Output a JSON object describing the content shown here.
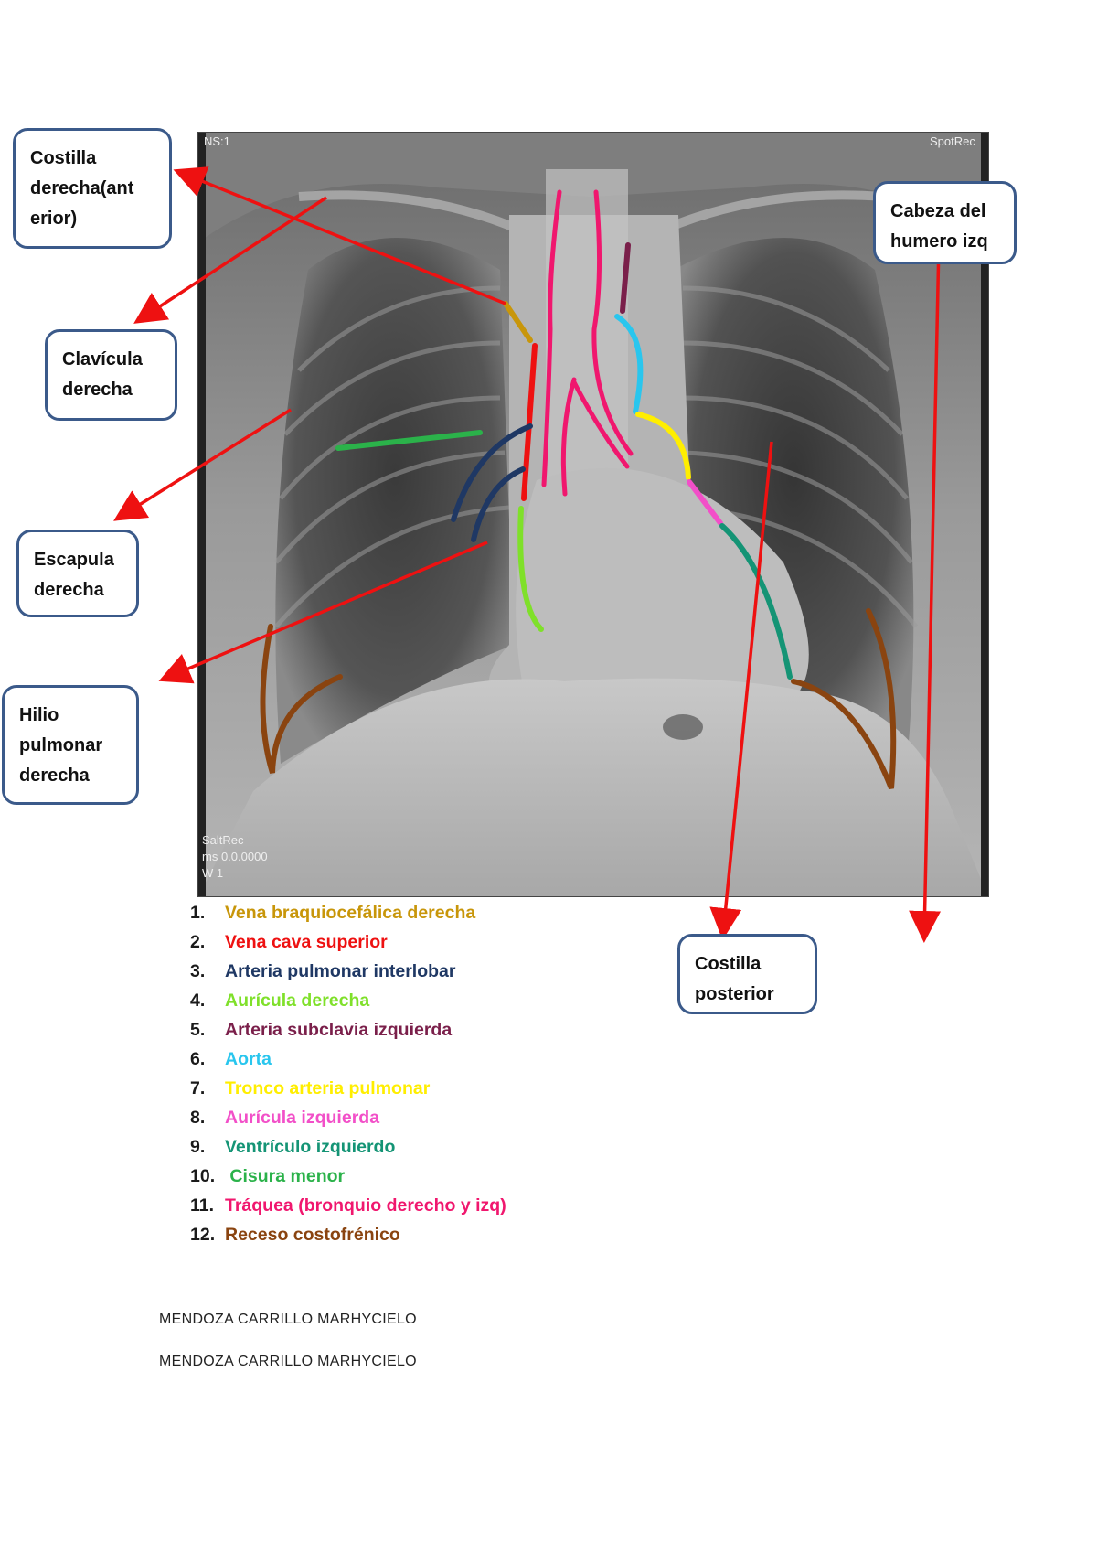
{
  "callouts": [
    {
      "id": "costilla-anterior",
      "text": "Costilla derecha(ant erior)"
    },
    {
      "id": "clavicula",
      "text": "Clavícula derecha"
    },
    {
      "id": "escapula",
      "text": "Escapula derecha"
    },
    {
      "id": "hilio",
      "text": "Hilio pulmonar derecha"
    },
    {
      "id": "cabeza-humero",
      "text": "Cabeza del humero izq"
    },
    {
      "id": "costilla-posterior",
      "text": "Costilla posterior"
    }
  ],
  "legend": [
    {
      "num": "1.",
      "label": "Vena braquiocefálica derecha",
      "color": "#c8960a"
    },
    {
      "num": "2.",
      "label": "Vena cava superior",
      "color": "#ee1111"
    },
    {
      "num": "3.",
      "label": "Arteria pulmonar interlobar",
      "color": "#1f3864"
    },
    {
      "num": "4.",
      "label": "Aurícula derecha",
      "color": "#7fe02a"
    },
    {
      "num": "5.",
      "label": "Arteria subclavia izquierda",
      "color": "#7a1f4a"
    },
    {
      "num": "6.",
      "label": "Aorta",
      "color": "#29c6ee"
    },
    {
      "num": "7.",
      "label": "Tronco arteria pulmonar",
      "color": "#ffee00"
    },
    {
      "num": "8.",
      "label": "Aurícula izquierda",
      "color": "#f24fc8"
    },
    {
      "num": "9.",
      "label": "Ventrículo izquierdo",
      "color": "#149475"
    },
    {
      "num": "10.",
      "label": " Cisura menor",
      "color": "#2bb24a"
    },
    {
      "num": "11.",
      "label": "Tráquea (bronquio derecho y izq)",
      "color": "#f0176e"
    },
    {
      "num": "12.",
      "label": "Receso costofrénico",
      "color": "#8a4410"
    }
  ],
  "author_lines": [
    "MENDOZA CARRILLO MARHYCIELO",
    "MENDOZA CARRILLO MARHYCIELO"
  ],
  "xray_texts": {
    "top_left": "NS:1",
    "top_right": "SpotRec",
    "bottom_left_1": "SaltRec",
    "bottom_left_2": "ms 0.0.0000",
    "bottom_left_3": "W 1"
  },
  "colors": {
    "arrow": "#ee1111",
    "callout_border": "#3b5a8a"
  }
}
